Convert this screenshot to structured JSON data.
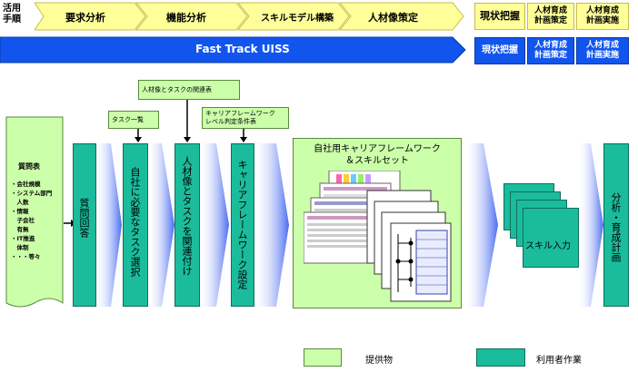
{
  "top_row": {
    "side_label": "活用\n手順",
    "steps": [
      "要求分析",
      "機能分析",
      "スキルモデル構築",
      "人材像策定"
    ],
    "right_steps": [
      "現状把握",
      "人材育成\n計画策定",
      "人材育成\n計画実施"
    ]
  },
  "track_row": {
    "banner": "Fast Track UISS",
    "right_steps": [
      "現状把握",
      "人材育成\n計画策定",
      "人材育成\n計画実施"
    ]
  },
  "flow": {
    "questionnaire": {
      "title": "質問表",
      "items": "・会社規模\n・システム部門\n　人数\n・情報\n　子会社\n　有無\n・IT推進\n　体制\n・・・等々"
    },
    "step_answer": "質問回答",
    "step_task_select": "自社に必要なタスク選択",
    "step_relate": "人材像とタスクを関連付け",
    "step_career": "キャリアフレームワーク設定",
    "note_task_list": "タスク一覧",
    "note_relation_table": "人材像とタスクの関連表",
    "note_career_level": "キャリアフレームワーク\nレベル判定条件表",
    "framework_box": "自社用キャリアフレームワーク\n＆スキルセット",
    "skill_input": "スキル入力",
    "analysis_plan": "分析・育成計画"
  },
  "legend": {
    "deliverable": "提供物",
    "user_work": "利用者作業"
  }
}
